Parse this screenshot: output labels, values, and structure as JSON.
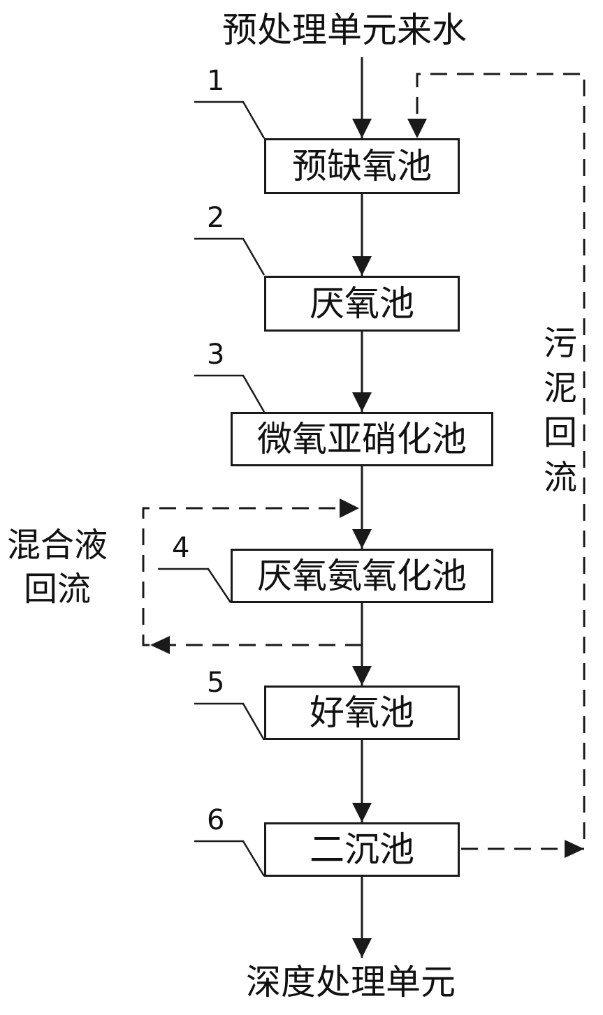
{
  "input_label": "预处理单元来水",
  "output_label": "深度处理单元",
  "units": [
    {
      "number": "1",
      "name": "预缺氧池"
    },
    {
      "number": "2",
      "name": "厌氧池"
    },
    {
      "number": "3",
      "name": "微氧亚硝化池"
    },
    {
      "number": "4",
      "name": "厌氧氨氧化池"
    },
    {
      "number": "5",
      "name": "好氧池"
    },
    {
      "number": "6",
      "name": "二沉池"
    }
  ],
  "mixed_liquor_return": {
    "line1": "混合液",
    "line2": "回流"
  },
  "sludge_return": [
    "污",
    "泥",
    "回",
    "流"
  ],
  "colors": {
    "line": "#1a1a1a",
    "background": "#ffffff"
  }
}
